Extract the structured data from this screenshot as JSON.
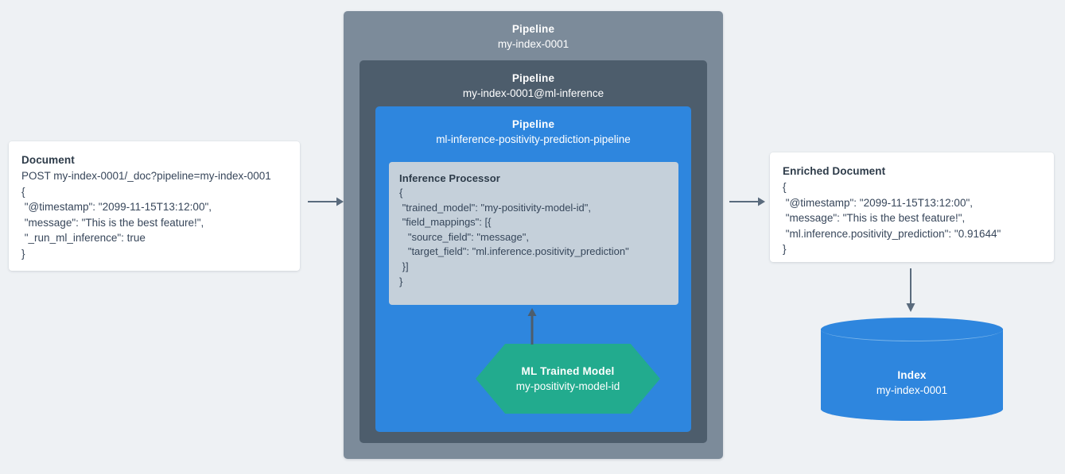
{
  "colors": {
    "background": "#eef1f4",
    "pipeline_outer": "#7c8b9a",
    "pipeline_middle": "#4d5d6c",
    "pipeline_inner": "#2e86de",
    "processor": "#c5d0da",
    "model_green": "#22ab8e",
    "index_blue": "#2e86de",
    "arrow": "#5a6b7d",
    "card": "#ffffff",
    "text": "#2d3b49"
  },
  "document": {
    "title": "Document",
    "lines": [
      "POST my-index-0001/_doc?pipeline=my-index-0001",
      "{",
      " \"@timestamp\": \"2099-11-15T13:12:00\",",
      " \"message\": \"This is the best feature!\",",
      " \"_run_ml_inference\": true",
      "}"
    ]
  },
  "pipelines": {
    "outer": {
      "kind": "Pipeline",
      "name": "my-index-0001"
    },
    "middle": {
      "kind": "Pipeline",
      "name": "my-index-0001@ml-inference"
    },
    "inner": {
      "kind": "Pipeline",
      "name": "ml-inference-positivity-prediction-pipeline"
    }
  },
  "processor": {
    "title": "Inference Processor",
    "lines": [
      "{",
      " \"trained_model\": \"my-positivity-model-id\",",
      " \"field_mappings\": [{",
      "   \"source_field\": \"message\",",
      "   \"target_field\": \"ml.inference.positivity_prediction\"",
      " }]",
      "}"
    ]
  },
  "ml_model": {
    "title": "ML Trained Model",
    "name": "my-positivity-model-id"
  },
  "enriched_document": {
    "title": "Enriched Document",
    "lines": [
      "{",
      " \"@timestamp\": \"2099-11-15T13:12:00\",",
      " \"message\": \"This is the best feature!\",",
      " \"ml.inference.positivity_prediction\": \"0.91644\"",
      "}"
    ]
  },
  "index": {
    "title": "Index",
    "name": "my-index-0001"
  },
  "arrows": [
    {
      "id": "doc-to-pipeline",
      "direction": "right"
    },
    {
      "id": "pipeline-to-enriched",
      "direction": "right"
    },
    {
      "id": "model-to-processor",
      "direction": "up"
    },
    {
      "id": "enriched-to-index",
      "direction": "down"
    }
  ]
}
